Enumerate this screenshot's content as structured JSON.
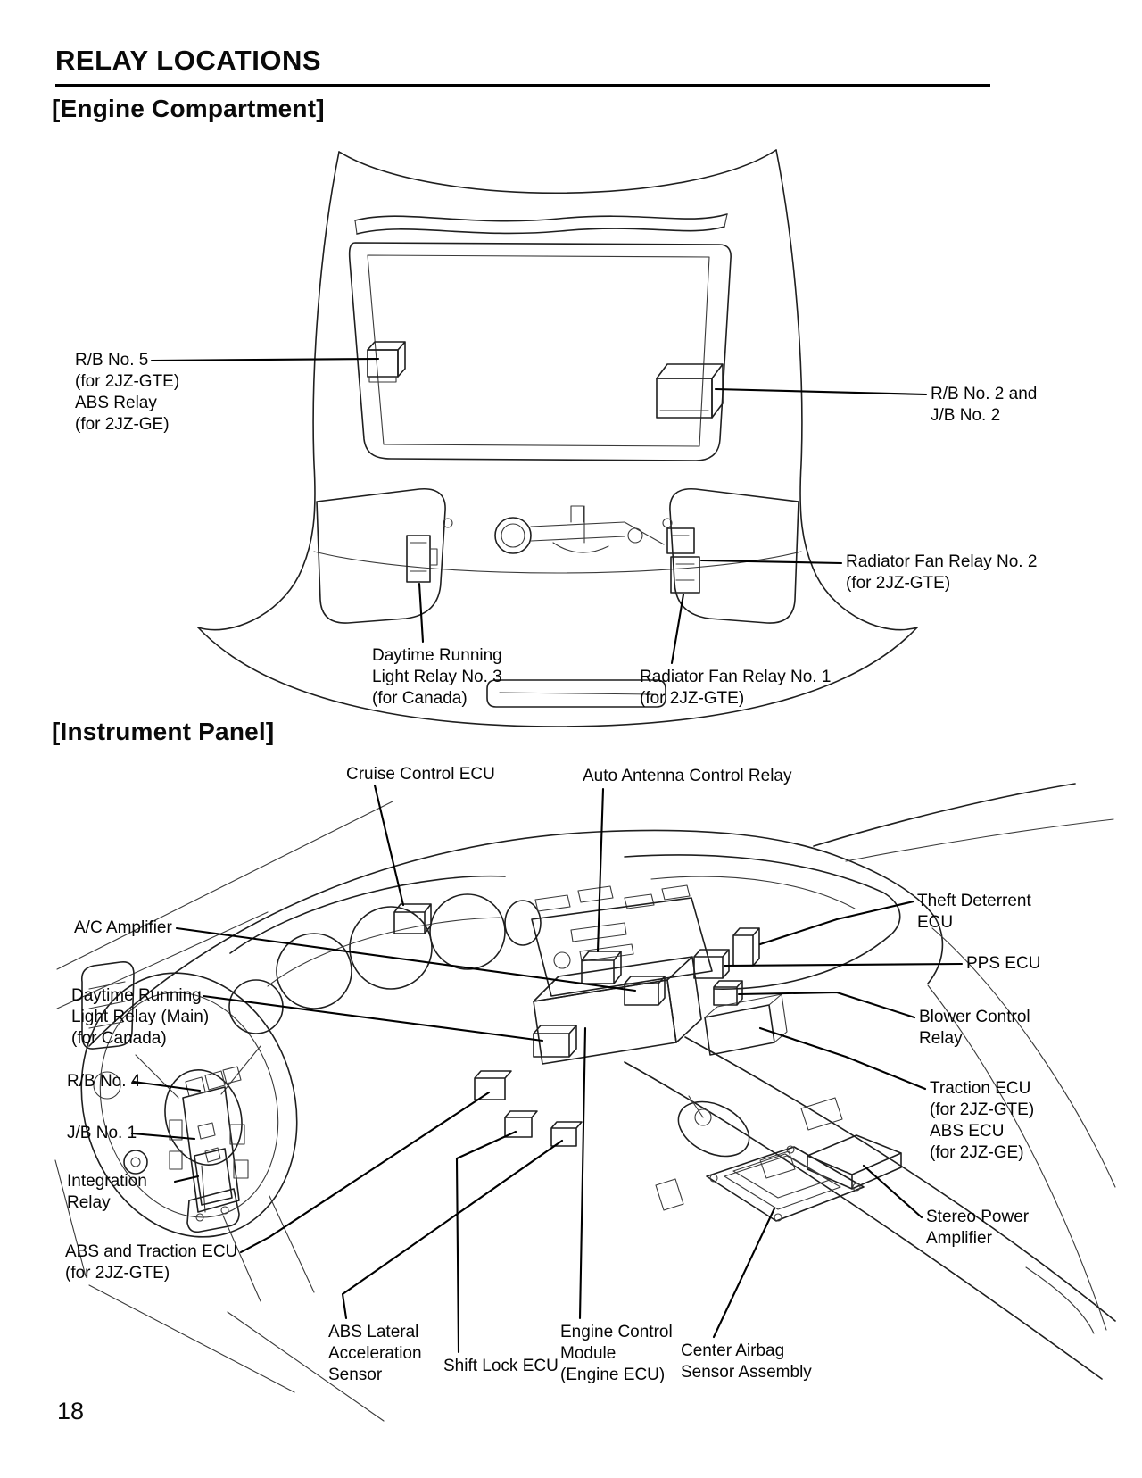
{
  "page": {
    "title": "RELAY LOCATIONS",
    "page_number": "18"
  },
  "sections": [
    {
      "heading": "[Engine Compartment]",
      "labels": [
        {
          "id": "rb-no-5",
          "text": "R/B No. 5\n(for 2JZ-GTE)\nABS Relay\n(for 2JZ-GE)"
        },
        {
          "id": "rb-no-2-jb-no-2",
          "text": "R/B No. 2 and\nJ/B No. 2"
        },
        {
          "id": "radiator-fan-relay-2",
          "text": "Radiator Fan Relay No. 2\n(for 2JZ-GTE)"
        },
        {
          "id": "daytime-running-light-relay-3",
          "text": "Daytime Running\nLight Relay No. 3\n(for Canada)"
        },
        {
          "id": "radiator-fan-relay-1",
          "text": "Radiator Fan Relay No. 1\n(for 2JZ-GTE)"
        }
      ]
    },
    {
      "heading": "[Instrument Panel]",
      "labels": [
        {
          "id": "cruise-control-ecu",
          "text": "Cruise Control ECU"
        },
        {
          "id": "auto-antenna-control-relay",
          "text": "Auto Antenna Control Relay"
        },
        {
          "id": "ac-amplifier",
          "text": "A/C Amplifier"
        },
        {
          "id": "theft-deterrent-ecu",
          "text": "Theft Deterrent\nECU"
        },
        {
          "id": "pps-ecu",
          "text": "PPS ECU"
        },
        {
          "id": "daytime-running-light-relay-main",
          "text": "Daytime Running\nLight Relay (Main)\n(for Canada)"
        },
        {
          "id": "blower-control-relay",
          "text": "Blower Control\nRelay"
        },
        {
          "id": "rb-no-4",
          "text": "R/B No. 4"
        },
        {
          "id": "traction-ecu-abs-ecu",
          "text": "Traction ECU\n(for 2JZ-GTE)\nABS ECU\n(for 2JZ-GE)"
        },
        {
          "id": "jb-no-1",
          "text": "J/B No. 1"
        },
        {
          "id": "integration-relay",
          "text": "Integration\nRelay"
        },
        {
          "id": "stereo-power-amplifier",
          "text": "Stereo Power\nAmplifier"
        },
        {
          "id": "abs-and-traction-ecu",
          "text": "ABS and Traction ECU\n(for 2JZ-GTE)"
        },
        {
          "id": "abs-lateral-acceleration-sensor",
          "text": "ABS Lateral\nAcceleration\nSensor"
        },
        {
          "id": "shift-lock-ecu",
          "text": "Shift Lock ECU"
        },
        {
          "id": "engine-control-module",
          "text": "Engine Control\nModule\n(Engine ECU)"
        },
        {
          "id": "center-airbag-sensor-assembly",
          "text": "Center Airbag\nSensor Assembly"
        }
      ]
    }
  ]
}
